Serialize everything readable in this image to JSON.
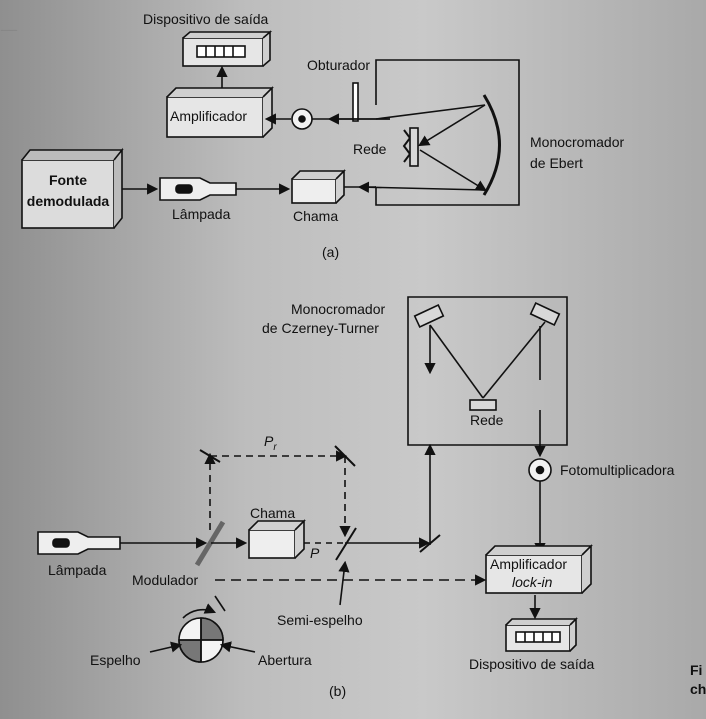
{
  "part_a": {
    "output_device": "Dispositivo de saída",
    "shutter": "Obturador",
    "amplifier": "Amplificador",
    "grating": "Rede",
    "monochromator_line1": "Monocromador",
    "monochromator_line2": "de Ebert",
    "source_line1": "Fonte",
    "source_line2": "demodulada",
    "lamp": "Lâmpada",
    "flame": "Chama",
    "caption": "(a)"
  },
  "part_b": {
    "monochromator_line1": "Monocromador",
    "monochromator_line2": "de Czerney-Turner",
    "grating": "Rede",
    "photomultiplier": "Fotomultiplicadora",
    "pr": "P",
    "pr_sub": "r",
    "p": "P",
    "flame": "Chama",
    "amplifier_line1": "Amplificador",
    "amplifier_line2": "lock-in",
    "lamp": "Lâmpada",
    "modulator": "Modulador",
    "semi_mirror": "Semi-espelho",
    "mirror": "Espelho",
    "aperture": "Abertura",
    "output_device": "Dispositivo de saída",
    "caption": "(b)"
  },
  "margin": {
    "fi": "Fi",
    "ch": "ch"
  }
}
